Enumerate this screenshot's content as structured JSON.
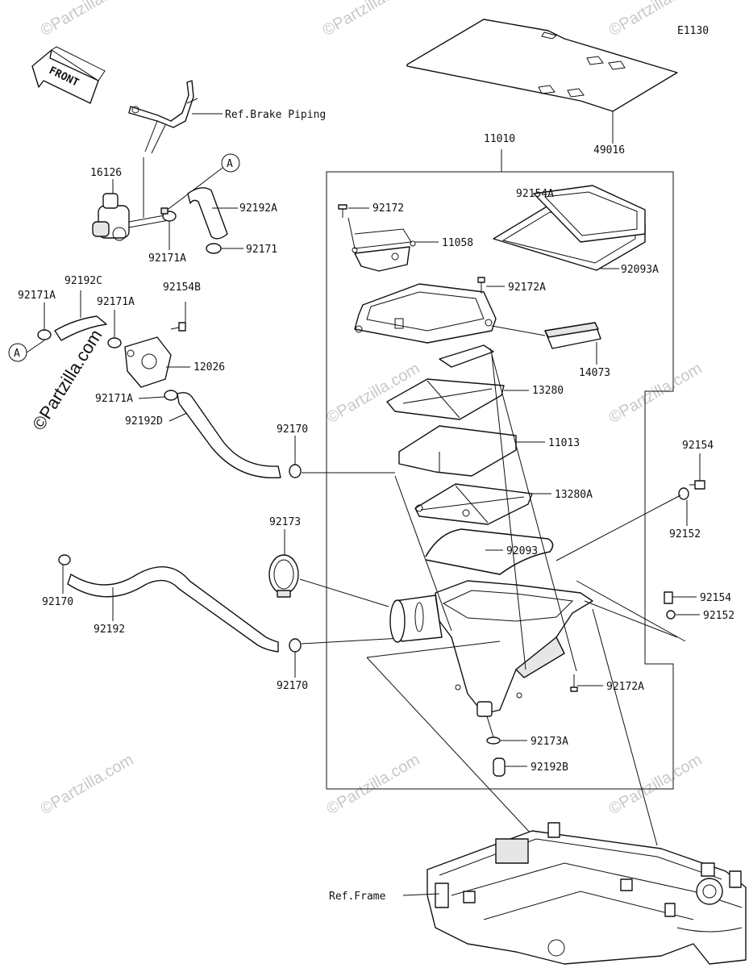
{
  "diagram_code": "E1130",
  "front_label": "FRONT",
  "watermark": "©Partzilla.com",
  "references": {
    "brake_piping": "Ref.Brake Piping",
    "frame": "Ref.Frame"
  },
  "connector_label": "A",
  "parts": {
    "p49016": "49016",
    "p11010": "11010",
    "p16126": "16126",
    "p92192A": "92192A",
    "p92171A_top": "92171A",
    "p92171": "92171",
    "p92154A": "92154A",
    "p92172": "92172",
    "p11058": "11058",
    "p92093A": "92093A",
    "p92172A_top": "92172A",
    "p14073": "14073",
    "p92171A_left": "92171A",
    "p92192C": "92192C",
    "p92171A_mid": "92171A",
    "p92154B": "92154B",
    "p12026": "12026",
    "p92171A_low": "92171A",
    "p92192D": "92192D",
    "p13280": "13280",
    "p92170_top": "92170",
    "p11013": "11013",
    "p13280A": "13280A",
    "p92154_top": "92154",
    "p92152_top": "92152",
    "p92173": "92173",
    "p92093": "92093",
    "p92170_left": "92170",
    "p92192": "92192",
    "p92154_low": "92154",
    "p92152_low": "92152",
    "p92170_low": "92170",
    "p92172A_low": "92172A",
    "p92173A": "92173A",
    "p92192B": "92192B"
  }
}
